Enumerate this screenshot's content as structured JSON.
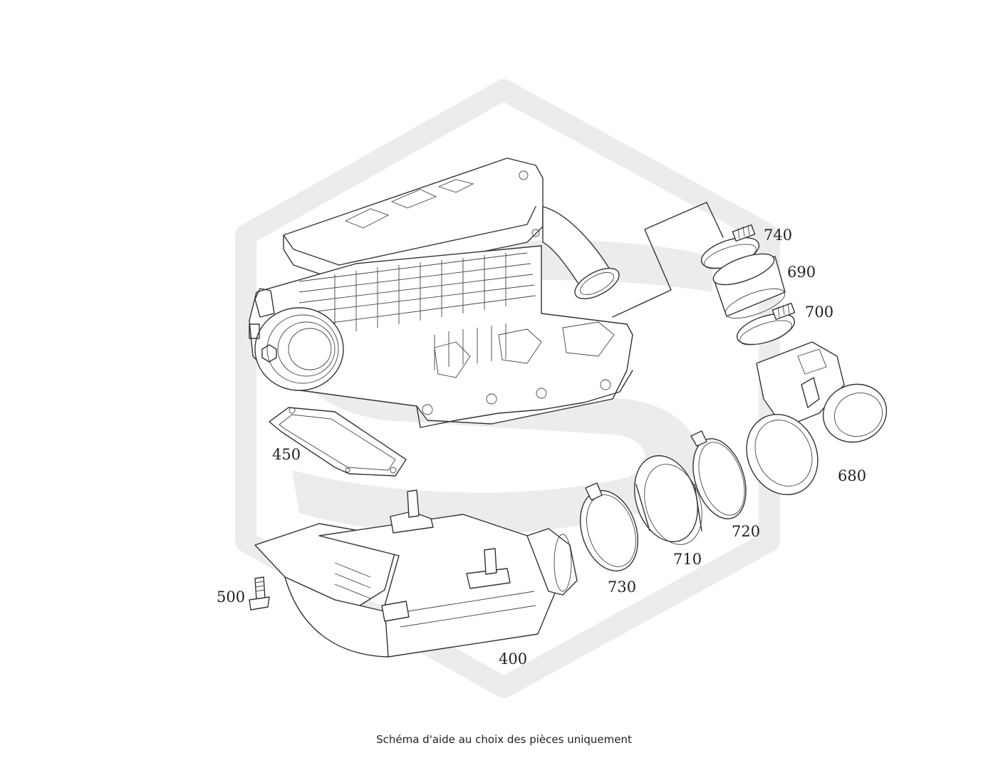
{
  "parts": [
    {
      "id": "p740",
      "label": "740"
    },
    {
      "id": "p690",
      "label": "690"
    },
    {
      "id": "p700",
      "label": "700"
    },
    {
      "id": "p680",
      "label": "680"
    },
    {
      "id": "p450",
      "label": "450"
    },
    {
      "id": "p720",
      "label": "720"
    },
    {
      "id": "p710",
      "label": "710"
    },
    {
      "id": "p730",
      "label": "730"
    },
    {
      "id": "p500",
      "label": "500"
    },
    {
      "id": "p400",
      "label": "400"
    }
  ],
  "caption": "Schéma d'aide au choix des pièces uniquement",
  "colors": {
    "line": "#333333",
    "watermark": "#ececec",
    "background": "#ffffff"
  }
}
